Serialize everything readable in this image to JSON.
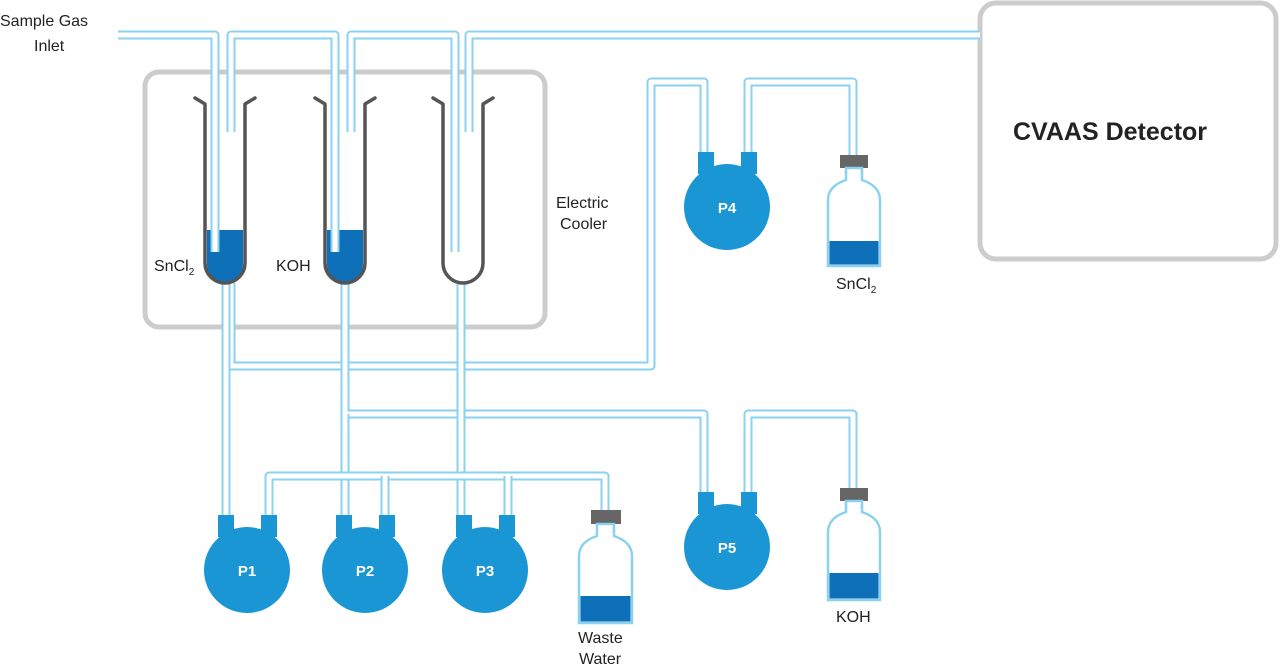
{
  "labels": {
    "inlet_line1": "Sample Gas",
    "inlet_line2": "Inlet",
    "cooler_line1": "Electric",
    "cooler_line2": "Cooler",
    "detector": "CVAAS Detector",
    "trap1_main": "SnCl",
    "trap1_sub": "2",
    "trap2": "KOH",
    "bottle_p4_main": "SnCl",
    "bottle_p4_sub": "2",
    "bottle_p5": "KOH",
    "waste_line1": "Waste",
    "waste_line2": "Water"
  },
  "pumps": [
    "P1",
    "P2",
    "P3",
    "P4",
    "P5"
  ],
  "colors": {
    "tube": "#8ad2ef",
    "pump": "#1a96d4",
    "liquid": "#0e70b8",
    "border": "#cccccc",
    "glass": "#555555",
    "cap": "#666666"
  }
}
